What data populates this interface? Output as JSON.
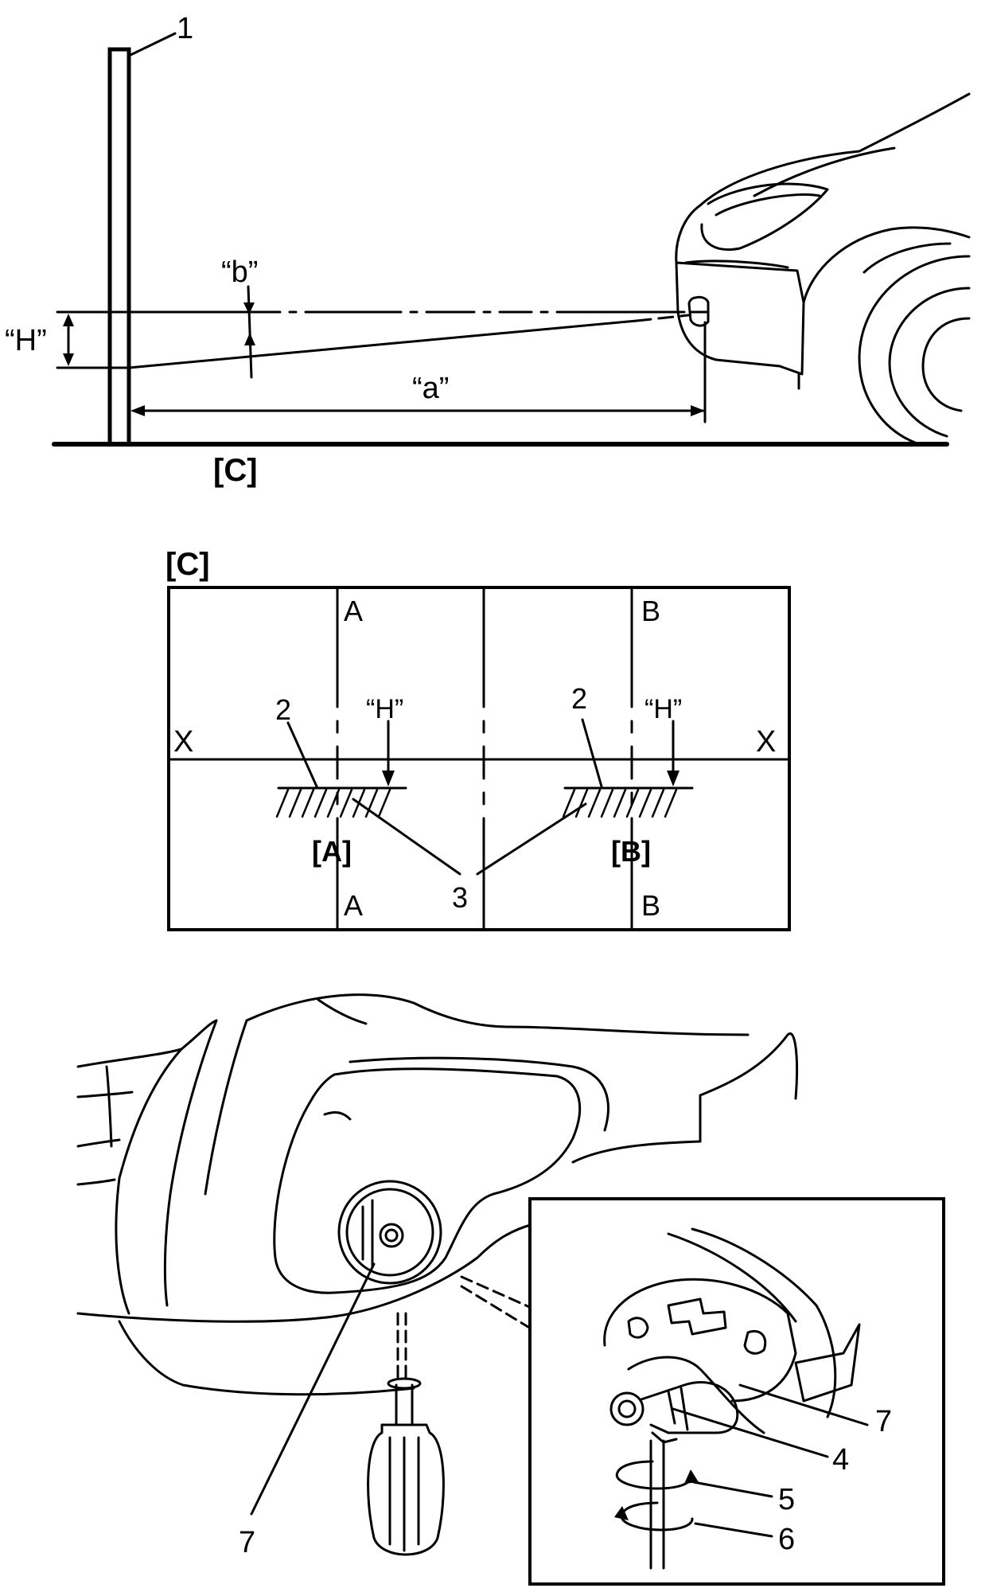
{
  "top_view": {
    "callout_1": "1",
    "label_b": "“b”",
    "label_H": "“H”",
    "label_a": "“a”",
    "label_C": "[C]"
  },
  "screen_view": {
    "title": "[C]",
    "label_A_top": "A",
    "label_A_bottom": "A",
    "label_B_top": "B",
    "label_B_bottom": "B",
    "label_X_left": "X",
    "label_X_right": "X",
    "callout_2_left": "2",
    "callout_2_right": "2",
    "label_H_left": "“H”",
    "label_H_right": "“H”",
    "label_A_bracket": "[A]",
    "label_B_bracket": "[B]",
    "callout_3": "3"
  },
  "fog_view": {
    "callout_7_main": "7",
    "callout_7_inset": "7",
    "callout_4": "4",
    "callout_5": "5",
    "callout_6": "6"
  }
}
